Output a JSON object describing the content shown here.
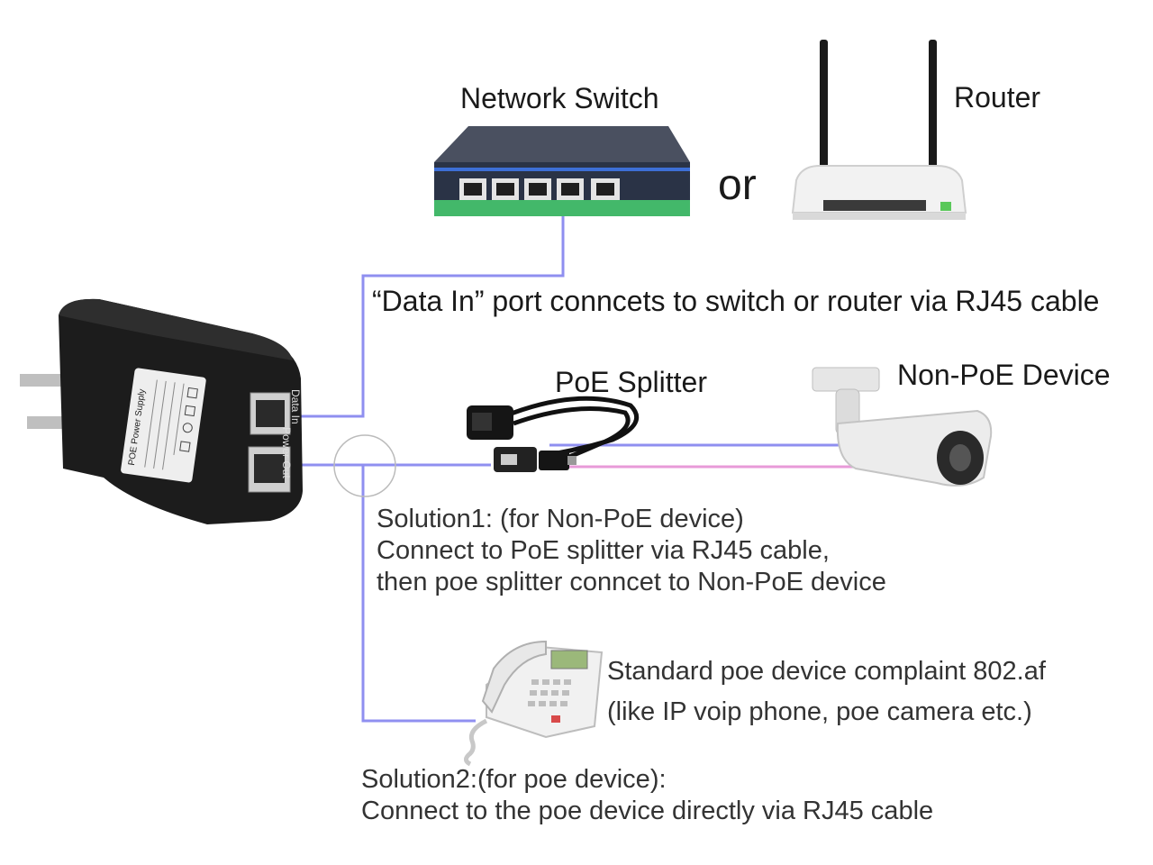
{
  "labels": {
    "network_switch": "Network Switch",
    "or": "or",
    "router": "Router",
    "data_in_note": "“Data In” port conncets to switch or router via RJ45 cable",
    "poe_splitter": "PoE Splitter",
    "non_poe_device": "Non-PoE Device",
    "standard_poe_line1": "Standard poe device complaint 802.af",
    "standard_poe_line2": "(like IP voip phone, poe camera etc.)"
  },
  "solution1": {
    "lines": [
      "Solution1: (for Non-PoE device)",
      "Connect to PoE splitter via RJ45 cable,",
      "then poe splitter conncet to Non-PoE device"
    ]
  },
  "solution2": {
    "lines": [
      "Solution2:(for poe device):",
      "Connect to the poe device directly via RJ45 cable"
    ]
  },
  "injector": {
    "port_labels": [
      "Data In",
      "Power Out"
    ],
    "sticker_text": "POE Power Supply"
  },
  "colors": {
    "cable": "#8f8ff0",
    "power_cable": "#e89ad8",
    "device_body": "#1c1c1c",
    "switch_body": "#2a3346",
    "switch_accent": "#3d6fd6",
    "switch_base": "#43b86a"
  }
}
